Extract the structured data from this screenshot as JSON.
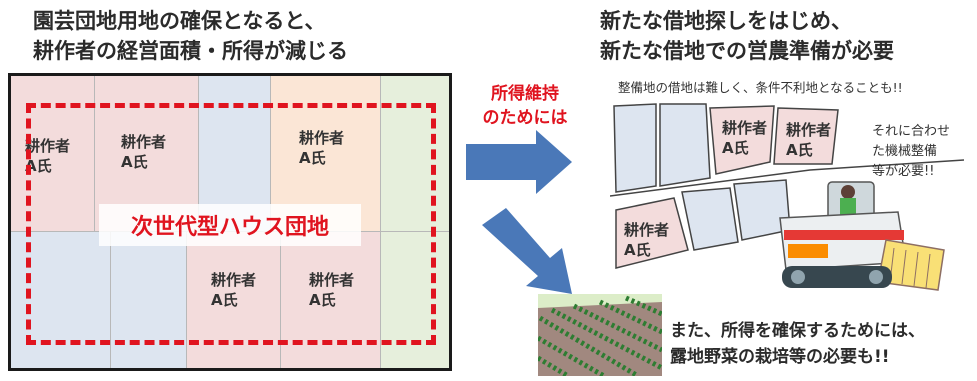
{
  "left_title": {
    "line1": "園芸団地用地の確保となると、",
    "line2": "耕作者の経営面積・所得が減じる"
  },
  "right_title": {
    "line1": "新たな借地探しをはじめ、",
    "line2": "新たな借地での営農準備が必要"
  },
  "middle_label": {
    "line1": "所得維持",
    "line2": "のためには"
  },
  "greenhouse_label": "次世代型ハウス団地",
  "farmer_label": {
    "name": "耕作者",
    "id": "A氏"
  },
  "lease_note": "整備地の借地は難しく、条件不利地となることも!!",
  "machinery_note": {
    "line1": "それに合わせ",
    "line2": "た機械整備",
    "line3": "等が必要!!"
  },
  "open_field_note": {
    "line1": "また、所得を確保するためには、",
    "line2": "露地野菜の栽培等の必要も!!"
  },
  "colors": {
    "accent_red": "#e0141f",
    "arrow_blue": "#4a78b8",
    "plot_pink": "#f3dcdc",
    "plot_blue": "#dde5f0",
    "plot_peach": "#fbe6d6",
    "plot_green": "#e6efdc"
  }
}
